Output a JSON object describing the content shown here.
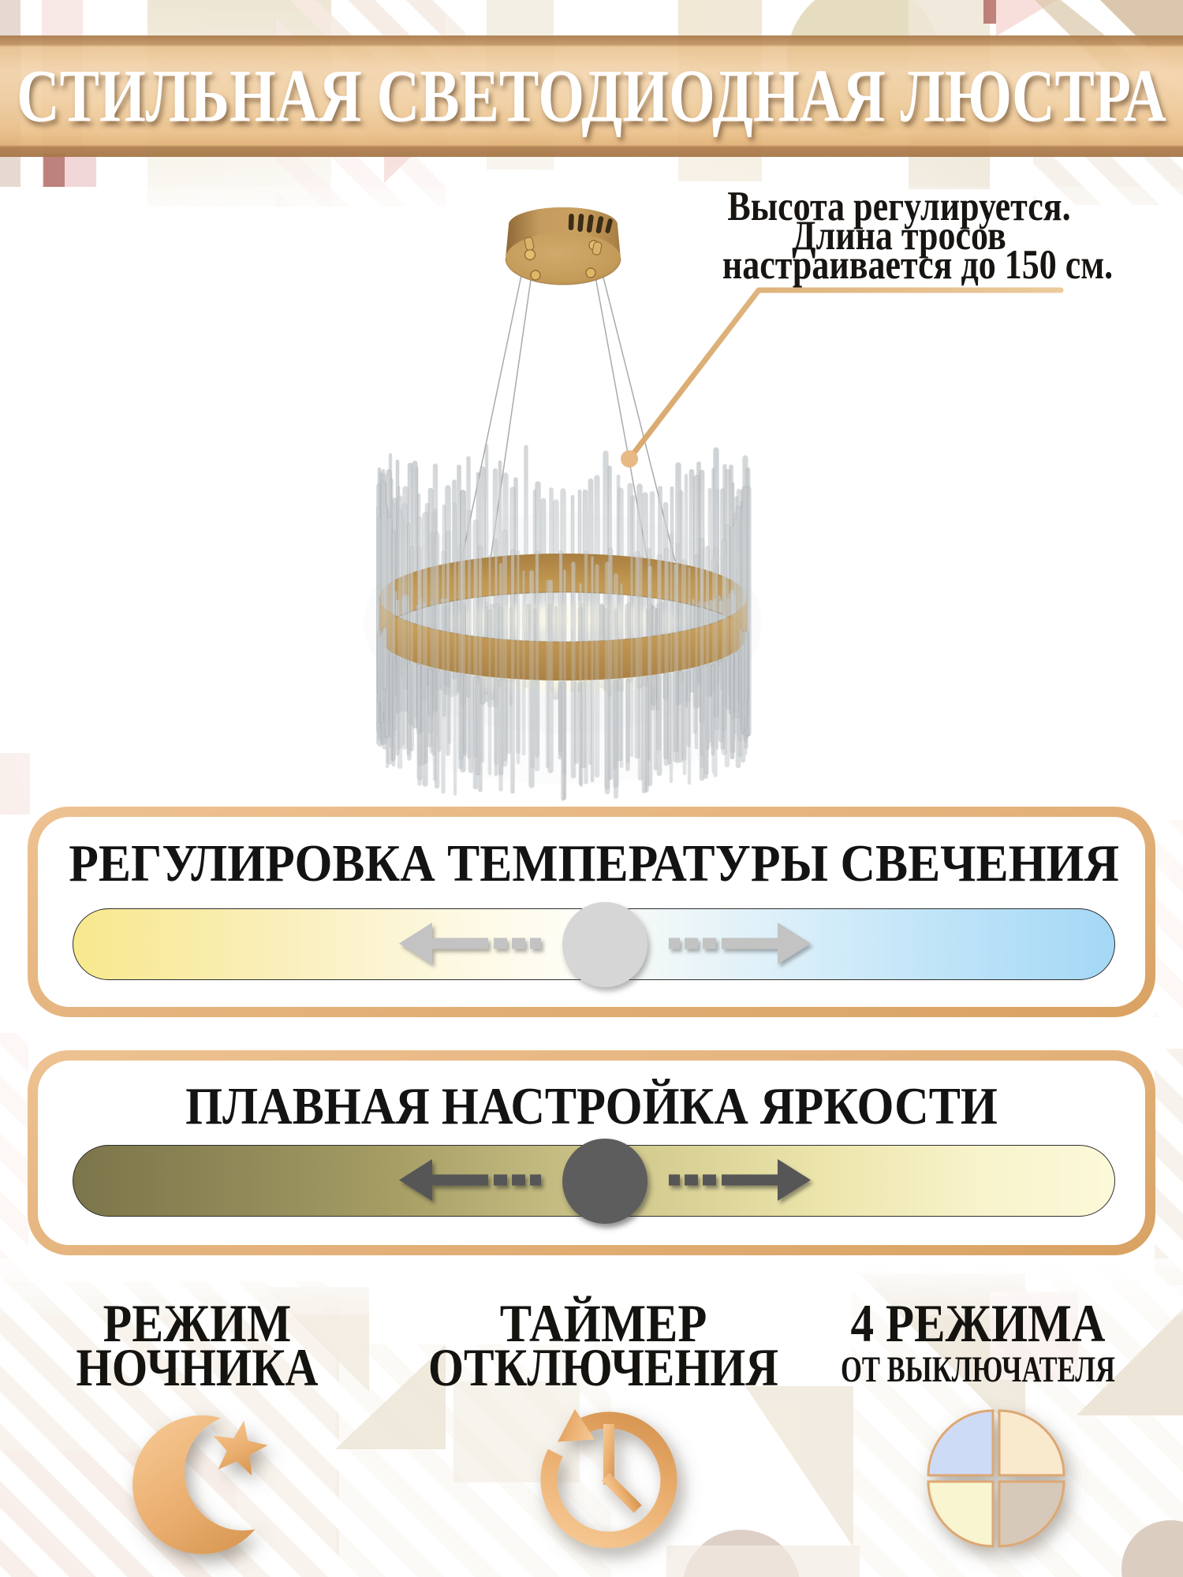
{
  "banner": {
    "title": "СТИЛЬНАЯ СВЕТОДИОДНАЯ ЛЮСТРА"
  },
  "annotation": {
    "line1": "Высота регулируется.",
    "line2": "Длина тросов",
    "line3": "настраивается до 150 см."
  },
  "panels": [
    {
      "title": "РЕГУЛИРОВКА ТЕМПЕРАТУРЫ СВЕЧЕНИЯ",
      "slider": {
        "kind": "color-temperature",
        "gradient": [
          "#f8e88d",
          "#fdf8e0",
          "#fffef6",
          "#d8eef9",
          "#a4d8f6"
        ],
        "knob_color": "#d6d6d6",
        "arrow_color": "#c3c3c3",
        "knob_position": "center"
      }
    },
    {
      "title": "ПЛАВНАЯ НАСТРОЙКА ЯРКОСТИ",
      "slider": {
        "kind": "brightness",
        "gradient": [
          "#7b754a",
          "#a49c63",
          "#cfc78b",
          "#ece5ab",
          "#fcf9d9"
        ],
        "knob_color": "#5d5d5d",
        "arrow_color": "#575757",
        "knob_position": "center"
      }
    }
  ],
  "features": [
    {
      "line1": "РЕЖИМ",
      "line2": "НОЧНИКА",
      "icon": "moon-star-icon"
    },
    {
      "line1": "ТАЙМЕР",
      "line2": "ОТКЛЮЧЕНИЯ",
      "icon": "timer-icon"
    },
    {
      "line1": "4 РЕЖИМА",
      "line2": "ОТ ВЫКЛЮЧАТЕЛЯ",
      "icon": "four-modes-icon",
      "mode_colors": [
        "#cedbf6",
        "#fae9cb",
        "#f8f5d0",
        "#d7c9b9"
      ]
    }
  ],
  "colors": {
    "accent-gold": "#e0ad74",
    "banner-gold": "#eec79a",
    "banner-edge": "#a97c4e",
    "panel-border": "#e2b07a",
    "icon-gold-light": "#f5c994",
    "icon-gold-dark": "#dd9f60",
    "text-black": "#161310",
    "chandelier-brass": "#c39a58"
  }
}
